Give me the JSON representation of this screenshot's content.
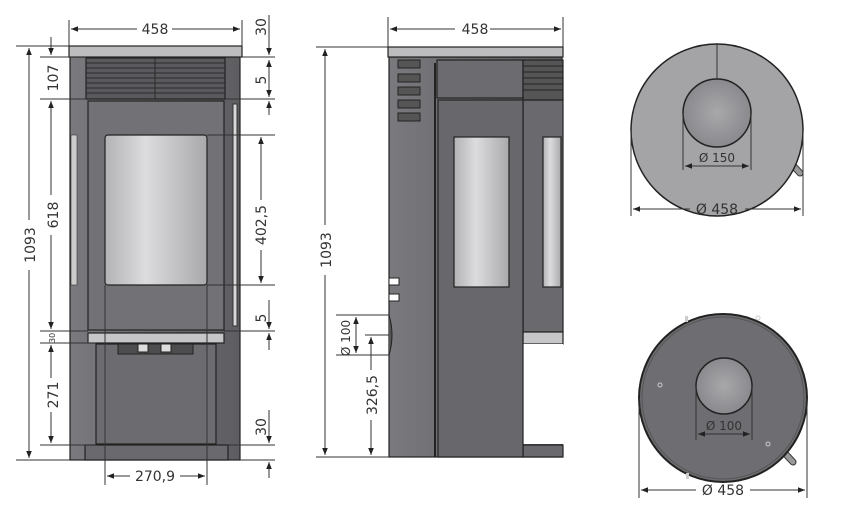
{
  "front_view": {
    "width_top": "458",
    "top_plate": "30",
    "grille_height": "107",
    "gap_upper": "5",
    "door_height": "618",
    "total_height": "1093",
    "glass_height": "402,5",
    "gap_lower": "5",
    "step": "30",
    "ash_height": "271",
    "base": "30",
    "glass_width": "270,9"
  },
  "side_view": {
    "width_top": "458",
    "total_height": "1093",
    "flue_diameter": "Ø 100",
    "flue_height": "326,5"
  },
  "top_view": {
    "flue_diameter": "Ø 150",
    "outer_diameter": "Ø 458"
  },
  "bottom_view": {
    "air_diameter": "Ø 100",
    "outer_diameter": "Ø 458"
  },
  "colors": {
    "body": "#6e6e72",
    "glass": "#c9c9cb",
    "plate": "#bdbdbf"
  }
}
